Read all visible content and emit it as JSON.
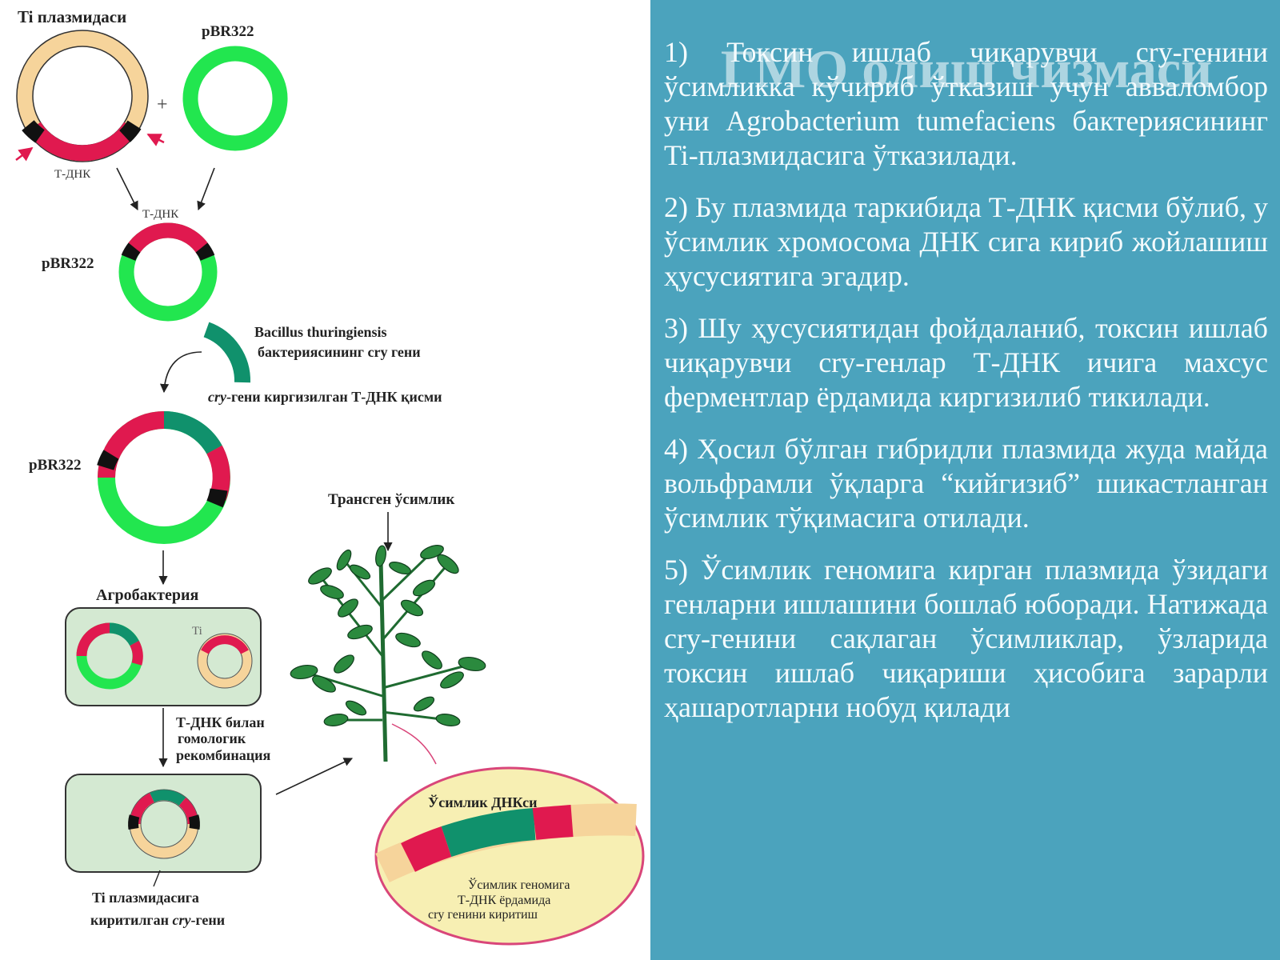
{
  "title": "ГМО олиш чизмаси",
  "diagram": {
    "labels": {
      "ti_plasmid": "Ti плазмидаси",
      "pbr322_top": "pBR322",
      "plus": "+",
      "t_dna_1": "Т-ДНК",
      "t_dna_2": "Т-ДНК",
      "pbr322_mid": "pBR322",
      "bacillus_line1": "Bacillus thuringiensis",
      "bacillus_line2": "бактериясининг cry гени",
      "cry_inserted_prefix": "cry",
      "cry_inserted_rest": "-гени киргизилган Т-ДНК қисми",
      "pbr322_low": "pBR322",
      "transgenic_plant": "Трансген ўсимлик",
      "agrobacterium": "Агробактерия",
      "ti_small": "Ti",
      "recomb_line1": "Т-ДНК билан",
      "recomb_line2": "гомологик",
      "recomb_line3": "рекомбинация",
      "ti_cry_line1": "Ti плазмидасига",
      "ti_cry_line2_prefix": "киритилган ",
      "ti_cry_line2_italic": "cry",
      "ti_cry_line2_suffix": "-гени",
      "plant_dna": "Ўсимлик ДНКси",
      "plant_genome_line1": "Ўсимлик геномига",
      "plant_genome_line2": "Т-ДНК ёрдамида",
      "plant_genome_line3": "cry генини киритиш"
    },
    "colors": {
      "ti_plasmid": "#f6d49b",
      "pbr322": "#22e64f",
      "t_dna": "#e0194f",
      "cry_gene": "#10916c",
      "border_site": "#111111",
      "plant_leaf": "#2b8a3e",
      "cell_box": "#d4e9d2",
      "panel_bg": "#4ba3bd",
      "arrow_marker": "#e0194f"
    }
  },
  "steps": [
    "1) Токсин ишлаб чиқарувчи cry-генини ўсимликка кўчириб ўтказиш учун авваломбор уни Agrobacterium tumefaciens бактериясининг Ti-плазмидасига ўтказилади.",
    "2) Бу плазмида таркибида Т-ДНК қисми бўлиб, у ўсимлик хромосома ДНК сига кириб жойлашиш ҳусусиятига эгадир.",
    "3) Шу ҳусусиятидан фойдаланиб, токсин ишлаб чиқарувчи cry-генлар Т-ДНК ичига махсус ферментлар ёрдамида киргизилиб тикилади.",
    "4) Ҳосил бўлган гибридли плазмида жуда майда вольфрамли ўқларга “кийгизиб” шикастланган ўсимлик тўқимасига отилади.",
    "5) Ўсимлик геномига кирган плазмида ўзидаги генларни ишлашини бошлаб юборади. Натижада cry-генини сақлаган ўсимликлар, ўзларида токсин ишлаб чиқариши ҳисобига зарарли ҳашаротларни нобуд қилади"
  ]
}
